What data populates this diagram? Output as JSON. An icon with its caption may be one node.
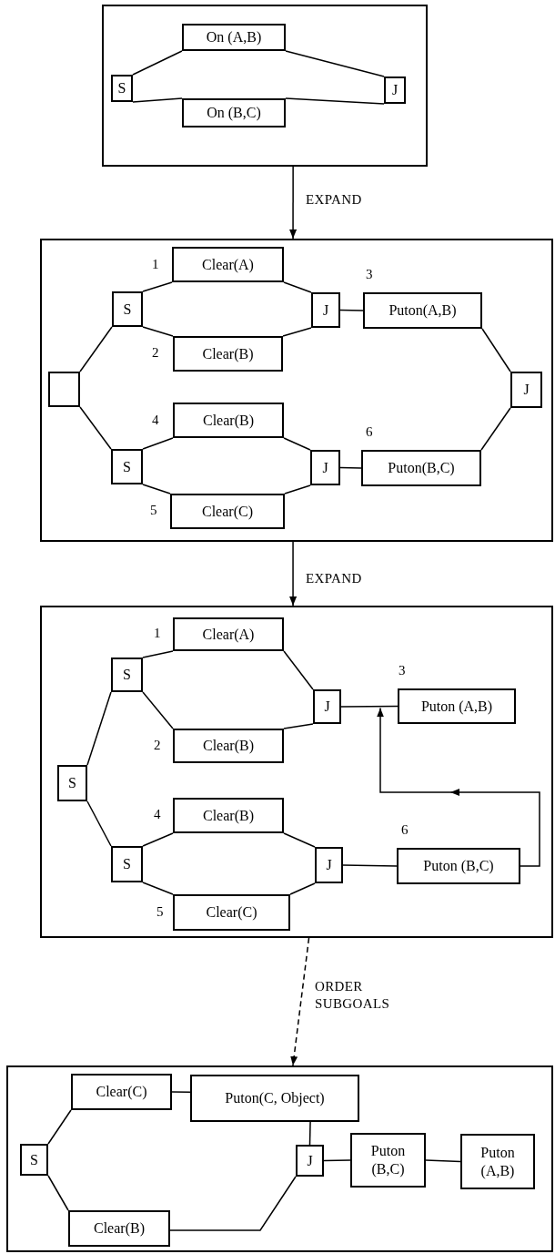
{
  "diagram": {
    "nodes": [
      {
        "text": [],
        "shape": "box"
      },
      {
        "text": [
          "S"
        ],
        "in": 0
      },
      {
        "text": [
          "On (A,B)"
        ],
        "in": 0
      },
      {
        "text": [
          "On (B,C)"
        ],
        "in": 0
      },
      {
        "text": [
          "J"
        ],
        "in": 0
      },
      {
        "text": [],
        "shape": "box"
      },
      {
        "text": [],
        "shape": "box",
        "in": 5
      },
      {
        "text": [
          "S"
        ],
        "in": 5
      },
      {
        "text": [
          "Clear(A)"
        ],
        "in": 5,
        "beside": [
          "1"
        ]
      },
      {
        "text": [
          "Clear(B)"
        ],
        "in": 5,
        "beside": [
          "2"
        ]
      },
      {
        "text": [
          "J"
        ],
        "in": 5
      },
      {
        "text": [
          "Puton(A,B)"
        ],
        "in": 5,
        "beside": [
          "3"
        ]
      },
      {
        "text": [
          "S"
        ],
        "in": 5
      },
      {
        "text": [
          "Clear(B)"
        ],
        "in": 5,
        "beside": [
          "4"
        ]
      },
      {
        "text": [
          "Clear(C)"
        ],
        "in": 5,
        "beside": [
          "5"
        ]
      },
      {
        "text": [
          "J"
        ],
        "in": 5
      },
      {
        "text": [
          "Puton(B,C)"
        ],
        "in": 5,
        "beside": [
          "6"
        ]
      },
      {
        "text": [
          "J"
        ],
        "in": 5
      },
      {
        "text": [],
        "shape": "box"
      },
      {
        "text": [
          "S"
        ],
        "in": 18
      },
      {
        "text": [
          "S"
        ],
        "in": 18
      },
      {
        "text": [
          "Clear(A)"
        ],
        "in": 18,
        "beside": [
          "1"
        ]
      },
      {
        "text": [
          "Clear(B)"
        ],
        "in": 18,
        "beside": [
          "2"
        ]
      },
      {
        "text": [
          "J"
        ],
        "in": 18
      },
      {
        "text": [
          "Puton (A,B)"
        ],
        "in": 18,
        "beside": [
          "3"
        ]
      },
      {
        "text": [
          "S"
        ],
        "in": 18
      },
      {
        "text": [
          "Clear(B)"
        ],
        "in": 18,
        "beside": [
          "4"
        ]
      },
      {
        "text": [
          "Clear(C)"
        ],
        "in": 18,
        "beside": [
          "5"
        ]
      },
      {
        "text": [
          "J"
        ],
        "in": 18
      },
      {
        "text": [
          "Puton (B,C)"
        ],
        "in": 18,
        "beside": [
          "6"
        ]
      },
      {
        "text": [],
        "shape": "box"
      },
      {
        "text": [
          "S"
        ],
        "in": 30
      },
      {
        "text": [
          "Clear(C)"
        ],
        "in": 30
      },
      {
        "text": [
          "Puton(C, Object)"
        ],
        "in": 30
      },
      {
        "text": [
          "Clear(B)"
        ],
        "in": 30
      },
      {
        "text": [
          "J"
        ],
        "in": 30
      },
      {
        "text": [
          "Puton (B,C)"
        ],
        "in": 30
      },
      {
        "text": [
          "Puton (A,B)"
        ],
        "in": 30
      }
    ],
    "edges": [
      {
        "from": 1,
        "to": 2,
        "arrow": "none"
      },
      {
        "from": 1,
        "to": 3,
        "arrow": "none"
      },
      {
        "from": 2,
        "to": 4,
        "arrow": "none"
      },
      {
        "from": 3,
        "to": 4,
        "arrow": "none"
      },
      {
        "from": 0,
        "to": 5,
        "arrow": "to",
        "label": "EXPAND"
      },
      {
        "from": 6,
        "to": 7,
        "arrow": "none"
      },
      {
        "from": 6,
        "to": 12,
        "arrow": "none"
      },
      {
        "from": 7,
        "to": 8,
        "arrow": "none"
      },
      {
        "from": 7,
        "to": 9,
        "arrow": "none"
      },
      {
        "from": 8,
        "to": 10,
        "arrow": "none"
      },
      {
        "from": 9,
        "to": 10,
        "arrow": "none"
      },
      {
        "from": 10,
        "to": 11,
        "arrow": "none"
      },
      {
        "from": 11,
        "to": 17,
        "arrow": "none"
      },
      {
        "from": 12,
        "to": 13,
        "arrow": "none"
      },
      {
        "from": 12,
        "to": 14,
        "arrow": "none"
      },
      {
        "from": 13,
        "to": 15,
        "arrow": "none"
      },
      {
        "from": 14,
        "to": 15,
        "arrow": "none"
      },
      {
        "from": 15,
        "to": 16,
        "arrow": "none"
      },
      {
        "from": 16,
        "to": 17,
        "arrow": "none"
      },
      {
        "from": 5,
        "to": 18,
        "arrow": "to",
        "label": "EXPAND"
      },
      {
        "from": 19,
        "to": 20,
        "arrow": "none"
      },
      {
        "from": 19,
        "to": 25,
        "arrow": "none"
      },
      {
        "from": 20,
        "to": 21,
        "arrow": "none"
      },
      {
        "from": 20,
        "to": 22,
        "arrow": "none"
      },
      {
        "from": 21,
        "to": 23,
        "arrow": "none"
      },
      {
        "from": 22,
        "to": 23,
        "arrow": "none"
      },
      {
        "from": 23,
        "to": 24,
        "arrow": "none"
      },
      {
        "from": 25,
        "to": 26,
        "arrow": "none"
      },
      {
        "from": 25,
        "to": 27,
        "arrow": "none"
      },
      {
        "from": 26,
        "to": 28,
        "arrow": "none"
      },
      {
        "from": 27,
        "to": 28,
        "arrow": "none"
      },
      {
        "from": 28,
        "to": 29,
        "arrow": "none"
      },
      {
        "from": 29,
        "to": 24,
        "arrow": "to"
      },
      {
        "from": 18,
        "to": 30,
        "arrow": "to",
        "label": "ORDER SUBGOALS",
        "style": "dashed"
      },
      {
        "from": 31,
        "to": 32,
        "arrow": "none"
      },
      {
        "from": 31,
        "to": 34,
        "arrow": "none"
      },
      {
        "from": 32,
        "to": 33,
        "arrow": "none"
      },
      {
        "from": 33,
        "to": 35,
        "arrow": "none"
      },
      {
        "from": 34,
        "to": 35,
        "arrow": "none"
      },
      {
        "from": 35,
        "to": 36,
        "arrow": "none"
      },
      {
        "from": 36,
        "to": 37,
        "arrow": "none"
      }
    ]
  }
}
